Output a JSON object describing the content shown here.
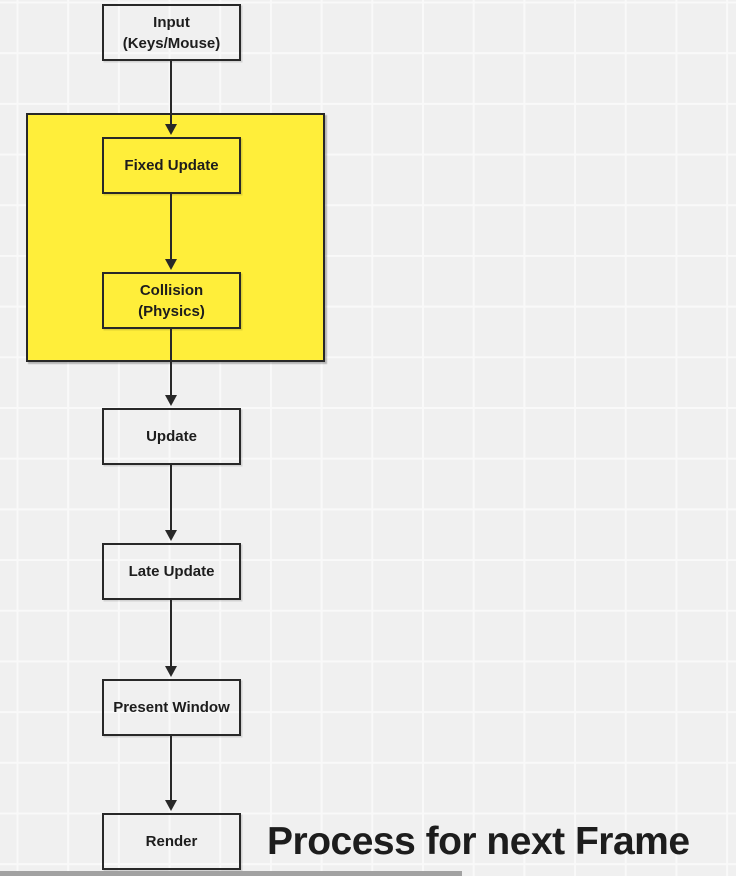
{
  "colors": {
    "canvas-bg": "#f0f0f0",
    "grid-line": "#f9f9f9",
    "stroke": "#282828",
    "text": "#1d1d1d",
    "highlight-fill": "#ffee3a",
    "scrollbar": "#a2a2a2"
  },
  "diagram": {
    "nodes": [
      {
        "lines": [
          "Input",
          "(Keys/Mouse)"
        ]
      },
      {
        "lines": [
          "Fixed Update"
        ]
      },
      {
        "lines": [
          "Collision",
          "(Physics)"
        ]
      },
      {
        "lines": [
          "Update"
        ]
      },
      {
        "lines": [
          "Late Update"
        ]
      },
      {
        "lines": [
          "Present Window"
        ]
      },
      {
        "lines": [
          "Render"
        ]
      }
    ],
    "caption": "Process for next Frame"
  }
}
